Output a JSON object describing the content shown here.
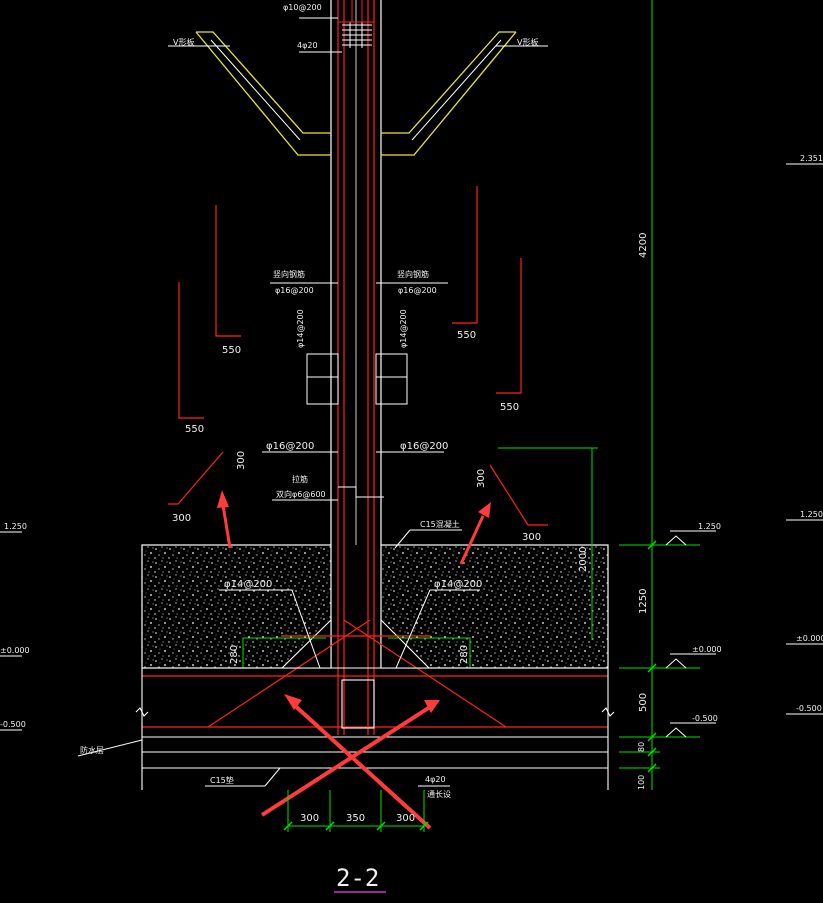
{
  "title": "2-2",
  "colors": {
    "background": "#000000",
    "outline": "#ffffff",
    "rebar": "#ff2020",
    "dimension": "#00e000",
    "hatch_edge": "#e6e633",
    "annotation_arrow": "#ff3b3b"
  },
  "labels": {
    "top_rebar_spec": "φ10@200",
    "top_bars": "4φ20",
    "left_haunch": "V形板",
    "right_haunch": "V形板",
    "vert_rebar_left_label": "竖向钢筋",
    "vert_rebar_left_spec": "φ16@200",
    "vert_rebar_right_label": "竖向钢筋",
    "vert_rebar_right_spec": "φ16@200",
    "inner_left_vertical": "φ14@200",
    "inner_right_vertical": "φ14@200",
    "mid_left_spec": "φ16@200",
    "mid_right_spec": "φ16@200",
    "tie_label": "拉筋",
    "tie_spec": "双向φ6@600",
    "concrete_label": "C15混凝土",
    "footing_left_spec": "φ14@200",
    "footing_right_spec": "φ14@200",
    "waterproof_label": "防水层",
    "cushion_label": "C15垫",
    "bottom_bars": "4φ20",
    "bottom_bars_note": "通长设"
  },
  "dimensions": {
    "dim_550_a": "550",
    "dim_550_b": "550",
    "dim_550_c": "550",
    "dim_550_d": "550",
    "dim_300_left_v": "300",
    "dim_300_left_h": "300",
    "dim_300_right_v": "300",
    "dim_300_right_h": "300",
    "dim_2000": "2000",
    "dim_280_left": "280",
    "dim_280_right": "280",
    "dim_300_bottom_l": "300",
    "dim_350_bottom": "350",
    "dim_300_bottom_r": "300",
    "dim_4200": "4200",
    "dim_1250": "1250",
    "dim_500": "500",
    "dim_80": "80",
    "dim_100": "100"
  },
  "elevations": {
    "right_top": "2.351",
    "right_1250": "1.250",
    "right_000": "±0.000",
    "right_neg500": "-0.500",
    "left_1250": "1.250",
    "left_000": "±0.000",
    "left_neg500": "-0.500",
    "mid_1250": "1.250",
    "mid_000": "±0.000",
    "mid_neg500": "-0.500"
  }
}
